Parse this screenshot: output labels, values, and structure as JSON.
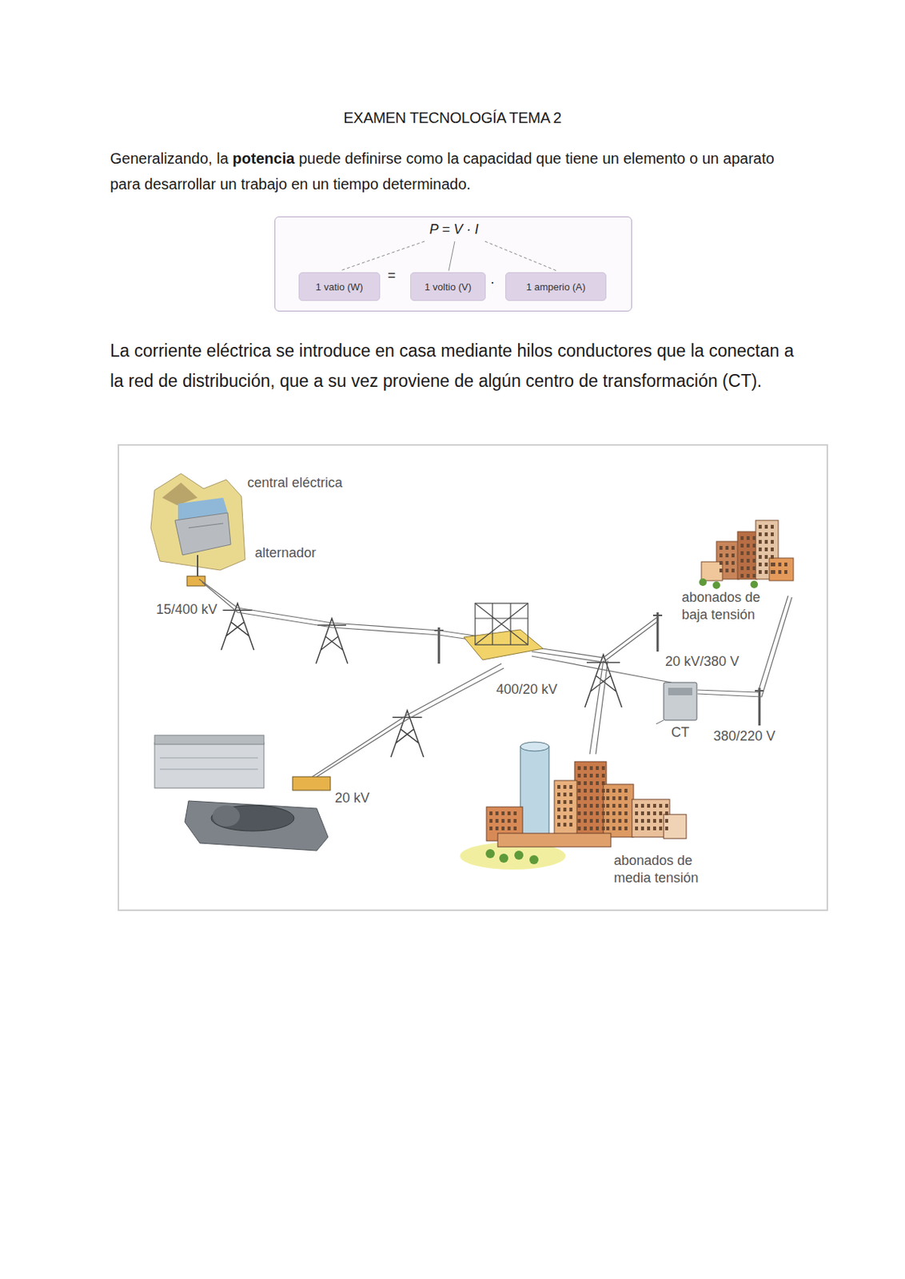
{
  "diagram": {
    "title": "EXAMEN TECNOLOGÍA TEMA 2",
    "nodes": [
      {
        "text": [
          "P = V · I"
        ]
      },
      {
        "text": [
          "1 vatio (W)"
        ],
        "in": 0
      },
      {
        "text": [
          "1 voltio (V)"
        ],
        "in": 0
      },
      {
        "text": [
          "1 amperio (A)"
        ],
        "in": 0
      }
    ],
    "labels": [
      "Generalizando, la",
      "potencia",
      "puede definirse como la capacidad que tiene un elemento o un aparato para desarrollar un trabajo en un tiempo determinado.",
      "=",
      "·",
      "La corriente eléctrica se introduce en casa mediante hilos conductores que la conectan a la red de distribución, que a su vez proviene de algún centro de transformación (CT).",
      "central eléctrica",
      "alternador",
      "15/400 kV",
      "400/20 kV",
      "20 kV",
      "abonados de baja tensión",
      "20 kV/380 V",
      "CT",
      "380/220 V",
      "abonados de media tensión"
    ]
  }
}
